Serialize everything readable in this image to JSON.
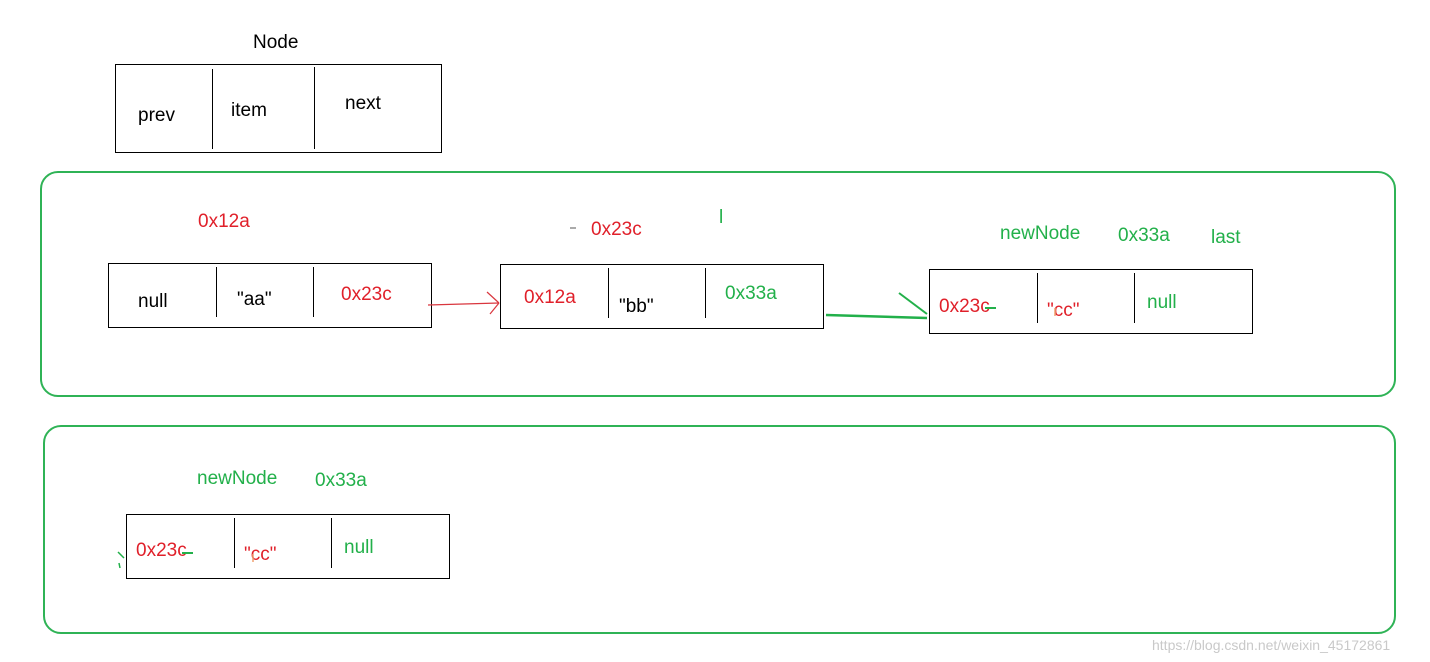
{
  "legend": {
    "title": "Node",
    "fields": [
      "prev",
      "item",
      "next"
    ]
  },
  "panel1": {
    "node1": {
      "address": "0x12a",
      "prev": "null",
      "item": "\"aa\"",
      "next": "0x23c"
    },
    "node2": {
      "address": "0x23c",
      "prev": "0x12a",
      "item": "\"bb\"",
      "next": "0x33a",
      "stray_mark": "l"
    },
    "node3": {
      "label": "newNode",
      "address": "0x33a",
      "pointer_label": "last",
      "prev": "0x23c",
      "item": "\"cc\"",
      "next": "null"
    }
  },
  "panel2": {
    "node": {
      "label": "newNode",
      "address": "0x33a",
      "prev": "0x23c",
      "item": "\"cc\"",
      "next": "null"
    }
  },
  "watermark": "https://blog.csdn.net/weixin_45172861",
  "colors": {
    "panel_border": "#2fb356",
    "red": "#e0202a",
    "green": "#22b04a",
    "black": "#000000"
  }
}
